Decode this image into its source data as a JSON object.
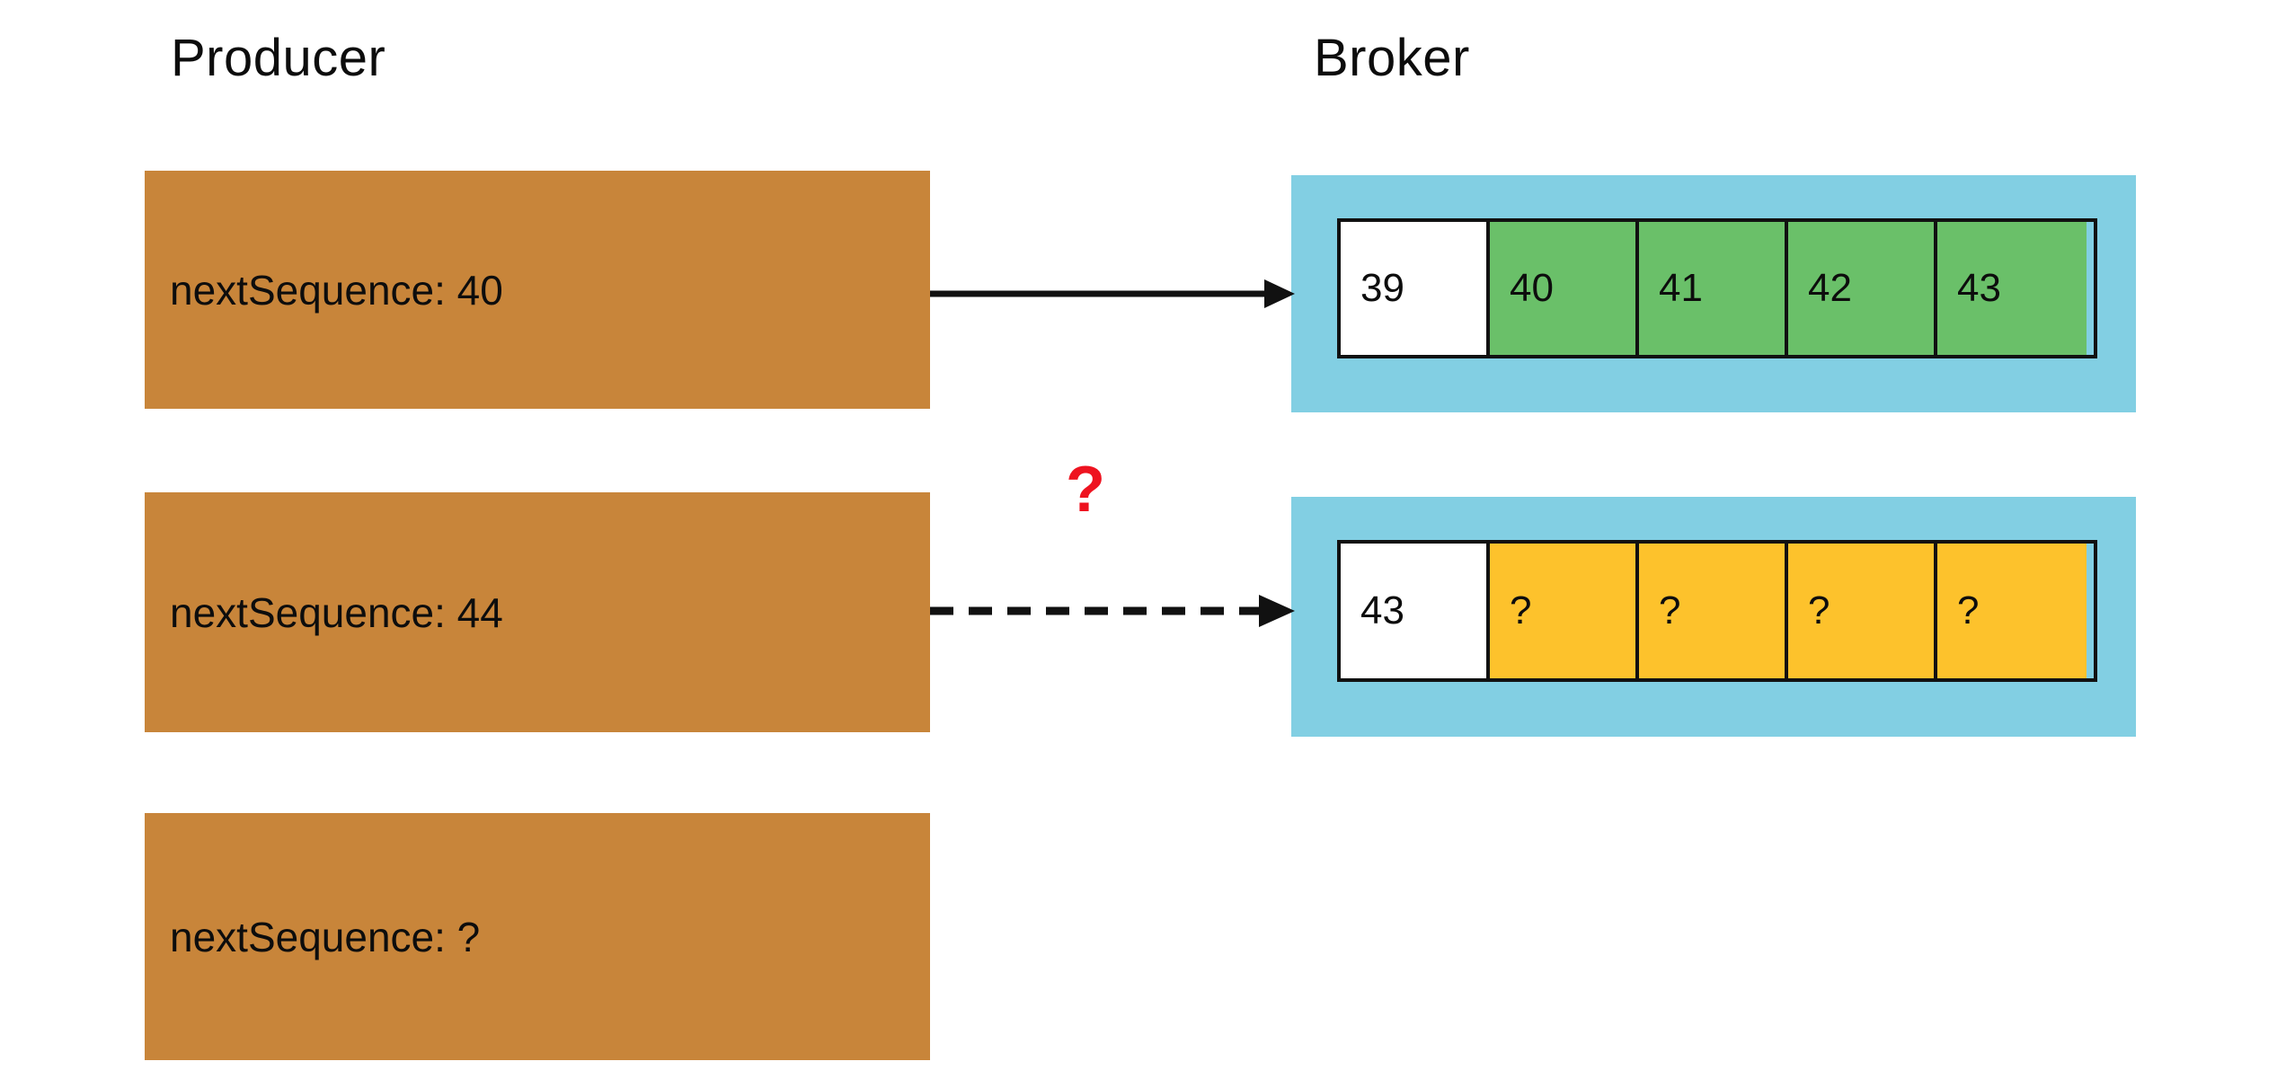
{
  "columns": {
    "producer_title": "Producer",
    "broker_title": "Broker"
  },
  "producer": {
    "states": [
      {
        "label": "nextSequence: 40"
      },
      {
        "label": "nextSequence: 44"
      },
      {
        "label": "nextSequence: ?"
      }
    ]
  },
  "broker": {
    "partitions": [
      {
        "cells": [
          {
            "value": "39",
            "state": "committed"
          },
          {
            "value": "40",
            "state": "acked"
          },
          {
            "value": "41",
            "state": "acked"
          },
          {
            "value": "42",
            "state": "acked"
          },
          {
            "value": "43",
            "state": "acked"
          }
        ]
      },
      {
        "cells": [
          {
            "value": "43",
            "state": "committed"
          },
          {
            "value": "?",
            "state": "unknown"
          },
          {
            "value": "?",
            "state": "unknown"
          },
          {
            "value": "?",
            "state": "unknown"
          },
          {
            "value": "?",
            "state": "unknown"
          }
        ]
      }
    ]
  },
  "arrows": {
    "solid": {
      "style": "solid",
      "direction": "right"
    },
    "dashed": {
      "style": "dashed",
      "direction": "right"
    }
  },
  "annotations": {
    "uncertainty_marker": "?"
  },
  "colors": {
    "producer_box": "#c8853a",
    "broker_container": "#82cfe3",
    "cell_committed": "#ffffff",
    "cell_acked": "#6ac069",
    "cell_unknown": "#fdc22c",
    "marker_red": "#ee1320",
    "stroke": "#111111",
    "background": "#ffffff"
  }
}
